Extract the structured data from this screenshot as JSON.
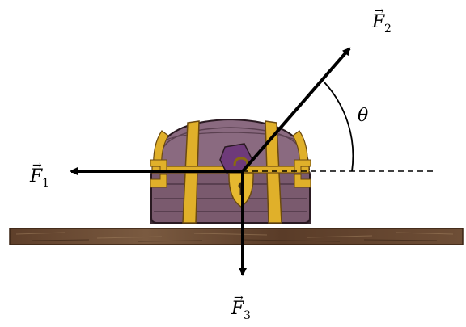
{
  "diagram": {
    "forces": [
      {
        "id": "F1",
        "symbol": "F",
        "subscript": "1",
        "vector_mark": "→",
        "direction": "left"
      },
      {
        "id": "F2",
        "symbol": "F",
        "subscript": "2",
        "vector_mark": "→",
        "direction": "up-right at angle θ above horizontal"
      },
      {
        "id": "F3",
        "symbol": "F",
        "subscript": "3",
        "vector_mark": "→",
        "direction": "down"
      }
    ],
    "angle": {
      "symbol": "θ",
      "between": [
        "F2",
        "horizontal reference line"
      ]
    },
    "object": {
      "icon": "treasure-chest-icon"
    },
    "surface": {
      "icon": "wooden-floor-icon"
    },
    "colors": {
      "arrow": "#000000",
      "chest_wood": "#7a5a6e",
      "chest_trim": "#e0b02a",
      "floor": "#6b4a32"
    }
  }
}
